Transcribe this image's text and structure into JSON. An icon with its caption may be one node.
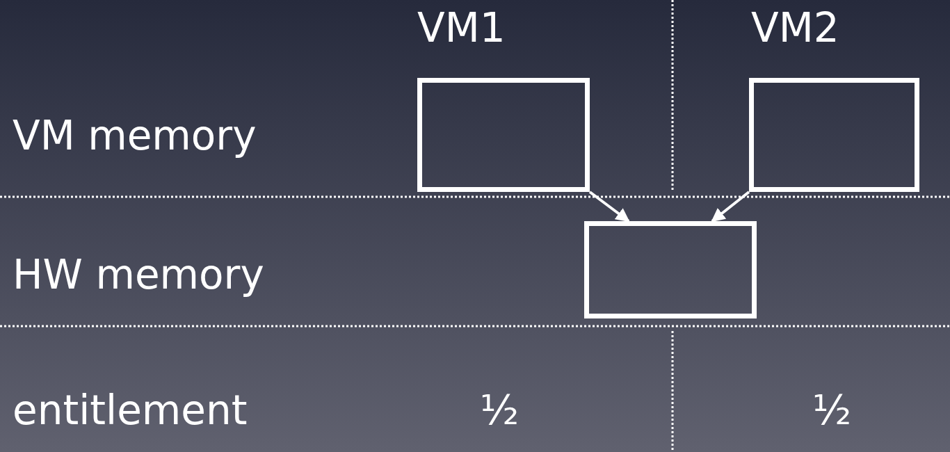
{
  "diagram": {
    "nodes": [
      {
        "text": [],
        "shape": "box"
      },
      {
        "text": [],
        "shape": "box"
      },
      {
        "text": [],
        "shape": "box"
      }
    ],
    "edges": [
      {
        "from": 0,
        "to": 2,
        "arrow": "to"
      },
      {
        "from": 1,
        "to": 2,
        "arrow": "to"
      }
    ],
    "labels": [
      "VM1",
      "VM2",
      "VM memory",
      "HW memory",
      "entitlement",
      "½",
      "½"
    ]
  }
}
